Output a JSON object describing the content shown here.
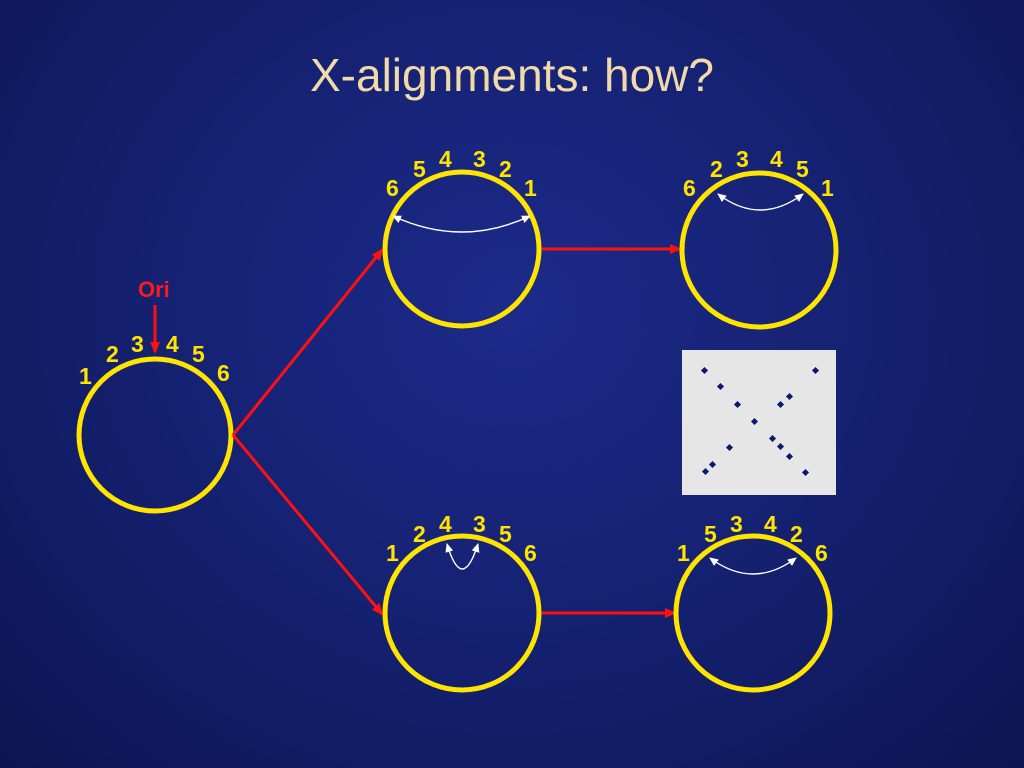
{
  "title": "X-alignments: how?",
  "colors": {
    "background": "#14206e",
    "title": "#f2d9a8",
    "circle_outline": "#ffe400",
    "labels": "#ffe400",
    "arrows": "#ff1010",
    "origin_label": "#ff1a1a",
    "dotplot_bg": "#e6e6e6",
    "dotplot_dots": "#0a1870"
  },
  "origin_label": "Ori",
  "genomes": {
    "start": {
      "labels": [
        "1",
        "2",
        "3",
        "4",
        "5",
        "6"
      ]
    },
    "top_middle": {
      "labels": [
        "6",
        "5",
        "4",
        "3",
        "2",
        "1"
      ]
    },
    "top_right": {
      "labels": [
        "6",
        "2",
        "3",
        "4",
        "5",
        "1"
      ]
    },
    "bottom_middle": {
      "labels": [
        "1",
        "2",
        "4",
        "3",
        "5",
        "6"
      ]
    },
    "bottom_right": {
      "labels": [
        "1",
        "5",
        "3",
        "4",
        "2",
        "6"
      ]
    }
  },
  "dotplot": {
    "description_icon": "x-dotplot-icon"
  }
}
